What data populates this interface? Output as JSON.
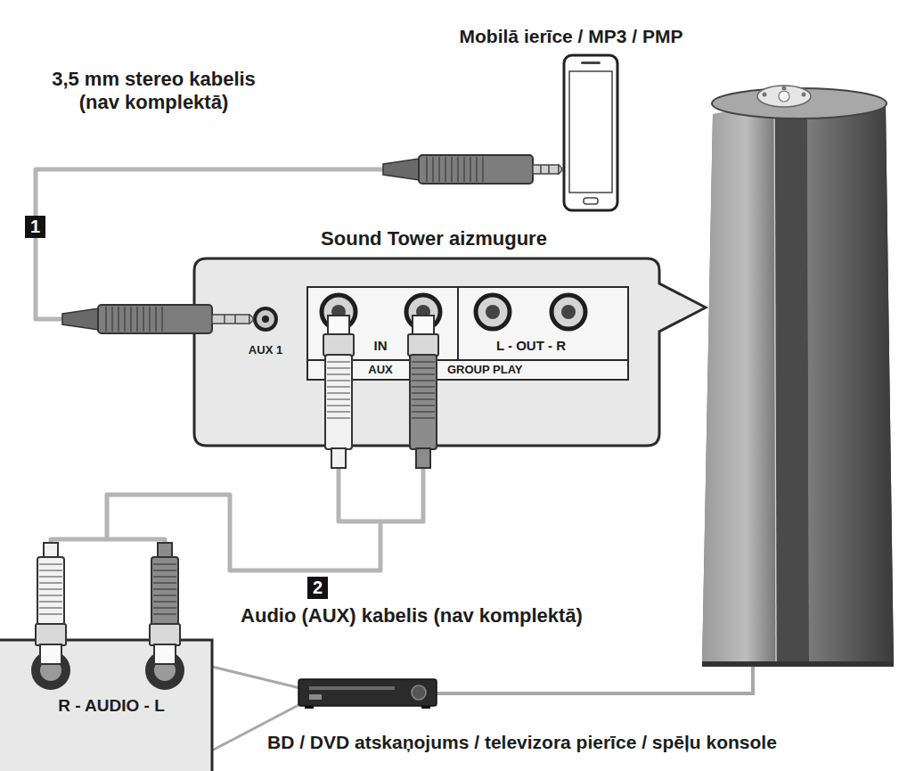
{
  "diagram": {
    "nodes": [
      {
        "text": [
          "Mobilā ierīce / MP3 / PMP"
        ]
      },
      {
        "text": [
          "Sound Tower aizmugure",
          "AUX 1",
          "IN",
          "L - OUT - R",
          "AUX",
          "GROUP PLAY"
        ]
      },
      {
        "text": [
          "R - AUDIO - L"
        ]
      },
      {
        "text": [
          "BD / DVD atskaņojums / televizora pierīce / spēļu konsole"
        ]
      }
    ],
    "edges": [
      {
        "from": 0,
        "to": 1,
        "arrow": "none"
      },
      {
        "from": 2,
        "to": 1,
        "arrow": "none"
      }
    ],
    "labels": [
      "3,5 mm stereo kabelis (nav komplektā)",
      "1",
      "2",
      "Audio (AUX) kabelis (nav komplektā)"
    ]
  }
}
